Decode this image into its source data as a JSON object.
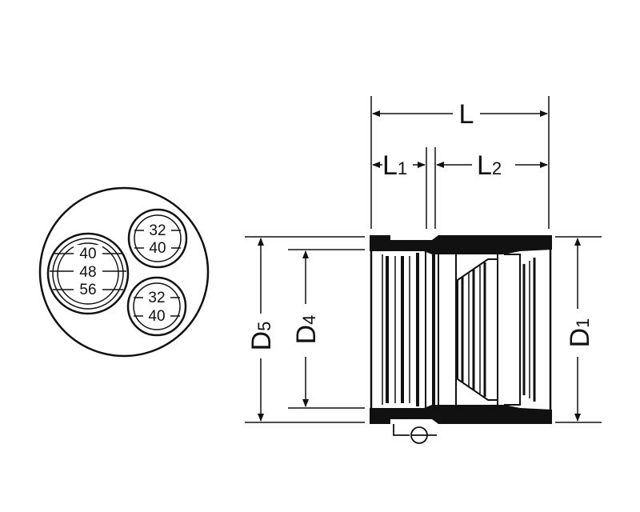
{
  "colors": {
    "ink": "#111111",
    "paper": "#ffffff"
  },
  "end_view": {
    "large_socket": {
      "rings": [
        "40",
        "48",
        "56"
      ]
    },
    "small_socket_top": {
      "rings": [
        "32",
        "40"
      ]
    },
    "small_socket_bottom": {
      "rings": [
        "32",
        "40"
      ]
    }
  },
  "dimensions": {
    "overall_length": "L",
    "length_1": {
      "base": "L",
      "sub": "1"
    },
    "length_2": {
      "base": "L",
      "sub": "2"
    },
    "diameter_5": {
      "base": "D",
      "sub": "5"
    },
    "diameter_4": {
      "base": "D",
      "sub": "4"
    },
    "diameter_1": {
      "base": "D",
      "sub": "1"
    }
  }
}
